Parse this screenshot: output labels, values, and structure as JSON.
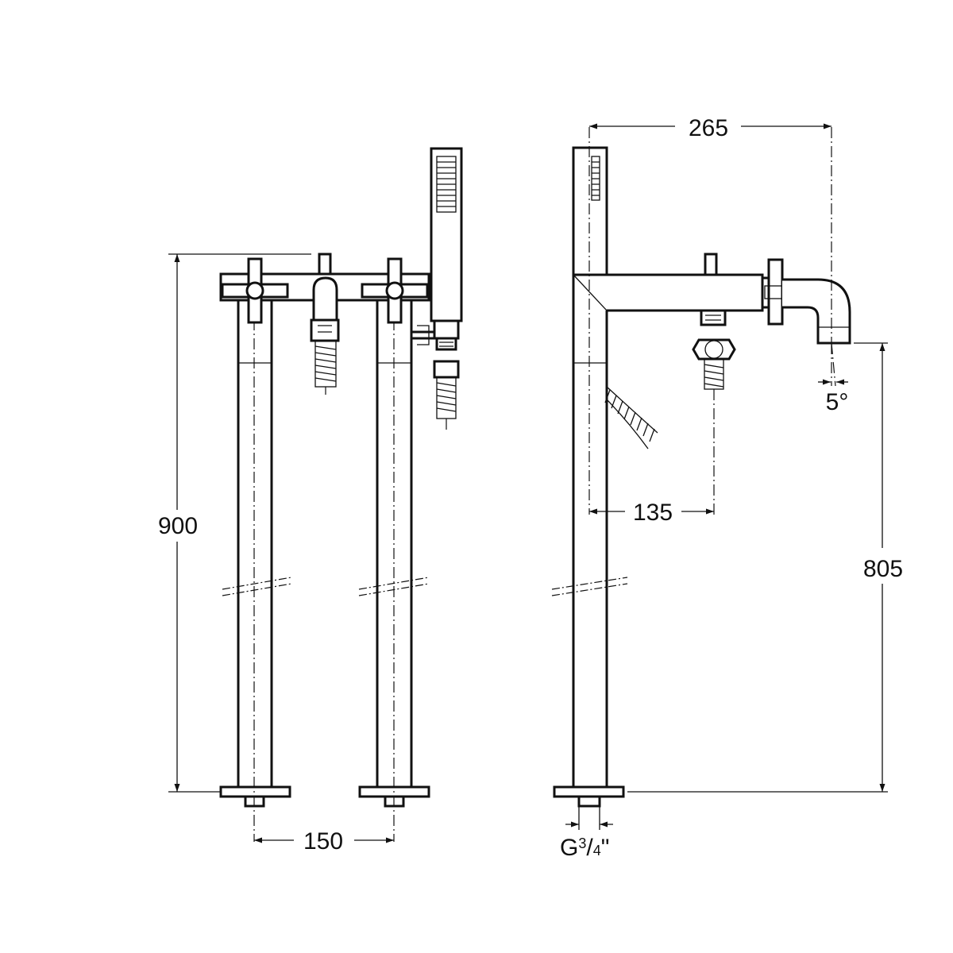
{
  "dimensions": {
    "overall_height": "900",
    "spout_height": "805",
    "spout_reach": "265",
    "inlet_spacing": "150",
    "mixer_offset": "135",
    "spout_angle": "5°",
    "thread": {
      "prefix": "G",
      "num": "3",
      "sep": "/",
      "den": "4",
      "suffix": "\""
    }
  }
}
